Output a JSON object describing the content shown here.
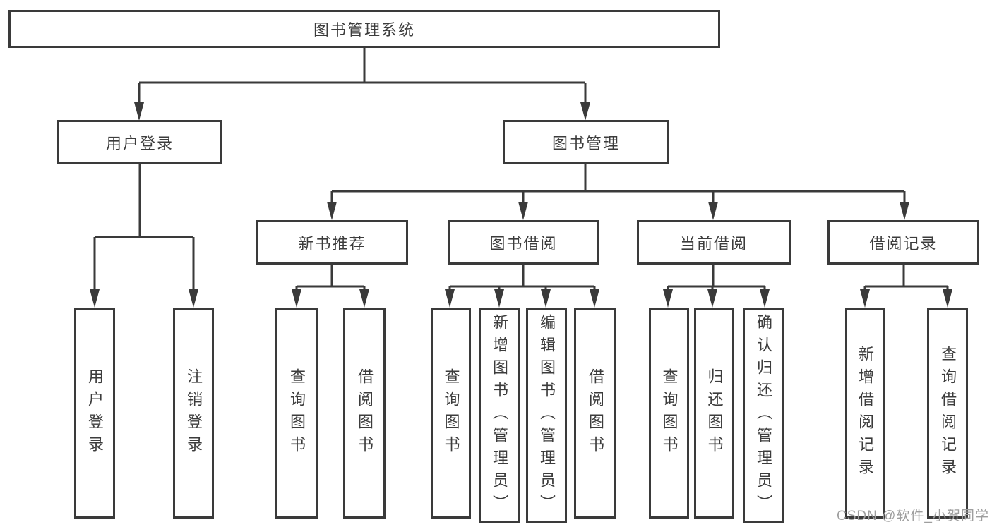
{
  "nodes": {
    "root": "图书管理系统",
    "user_login": "用户登录",
    "book_mgmt": "图书管理",
    "new_book_rec": "新书推荐",
    "book_borrow": "图书借阅",
    "current_borrow": "当前借阅",
    "borrow_records": "借阅记录",
    "ul_user_login": "用户登录",
    "ul_logout": "注销登录",
    "nb_query": "查询图书",
    "nb_borrow": "借阅图书",
    "bb_query": "查询图书",
    "bb_add": "新增图书（管理员）",
    "bb_edit": "编辑图书（管理员）",
    "bb_borrow": "借阅图书",
    "cb_query": "查询图书",
    "cb_return": "归还图书",
    "cb_confirm": "确认归还（管理员）",
    "br_add": "新增借阅记录",
    "br_query": "查询借阅记录"
  },
  "edges": [
    {
      "from": "图书管理系统",
      "to": "用户登录"
    },
    {
      "from": "图书管理系统",
      "to": "图书管理"
    },
    {
      "from": "用户登录",
      "to": "用户登录"
    },
    {
      "from": "用户登录",
      "to": "注销登录"
    },
    {
      "from": "图书管理",
      "to": "新书推荐"
    },
    {
      "from": "图书管理",
      "to": "图书借阅"
    },
    {
      "from": "图书管理",
      "to": "当前借阅"
    },
    {
      "from": "图书管理",
      "to": "借阅记录"
    },
    {
      "from": "新书推荐",
      "to": "查询图书"
    },
    {
      "from": "新书推荐",
      "to": "借阅图书"
    },
    {
      "from": "图书借阅",
      "to": "查询图书"
    },
    {
      "from": "图书借阅",
      "to": "新增图书（管理员）"
    },
    {
      "from": "图书借阅",
      "to": "编辑图书（管理员）"
    },
    {
      "from": "图书借阅",
      "to": "借阅图书"
    },
    {
      "from": "当前借阅",
      "to": "查询图书"
    },
    {
      "from": "当前借阅",
      "to": "归还图书"
    },
    {
      "from": "当前借阅",
      "to": "确认归还（管理员）"
    },
    {
      "from": "借阅记录",
      "to": "新增借阅记录"
    },
    {
      "from": "借阅记录",
      "to": "查询借阅记录"
    }
  ],
  "watermark": "CSDN @软件_小贺同学",
  "colors": {
    "line": "#3a3a3a",
    "text": "#3c3c3c",
    "watermark": "#9e9e9e",
    "background": "#ffffff"
  }
}
